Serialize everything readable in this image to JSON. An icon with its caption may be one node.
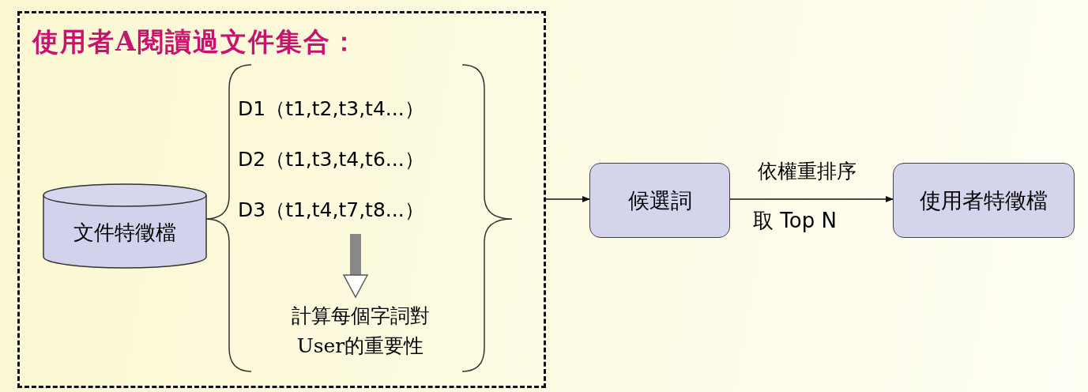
{
  "diagram": {
    "nodes": [
      {
        "text": [
          "使用者A閱讀過文件集合："
        ]
      },
      {
        "text": [
          "文件特徵檔"
        ],
        "in": 0
      },
      {
        "text": [
          "D1（t1,t2,t3,t4...）",
          "D2（t1,t3,t4,t6...）",
          "D3（t1,t4,t7,t8...）"
        ],
        "in": 0
      },
      {
        "text": [
          "計算每個字詞對User的重要性"
        ],
        "in": 0
      },
      {
        "text": [
          "候選詞"
        ]
      },
      {
        "text": [
          "使用者特徵檔"
        ]
      }
    ],
    "edges": [
      {
        "from": 2,
        "to": 3,
        "arrow": "to",
        "style": "thick",
        "color": "#888888"
      },
      {
        "from": 0,
        "to": 4,
        "arrow": "to"
      },
      {
        "from": 4,
        "to": 5,
        "arrow": "to",
        "label": "依權重排序"
      }
    ],
    "labels": [
      "取 Top N"
    ]
  }
}
